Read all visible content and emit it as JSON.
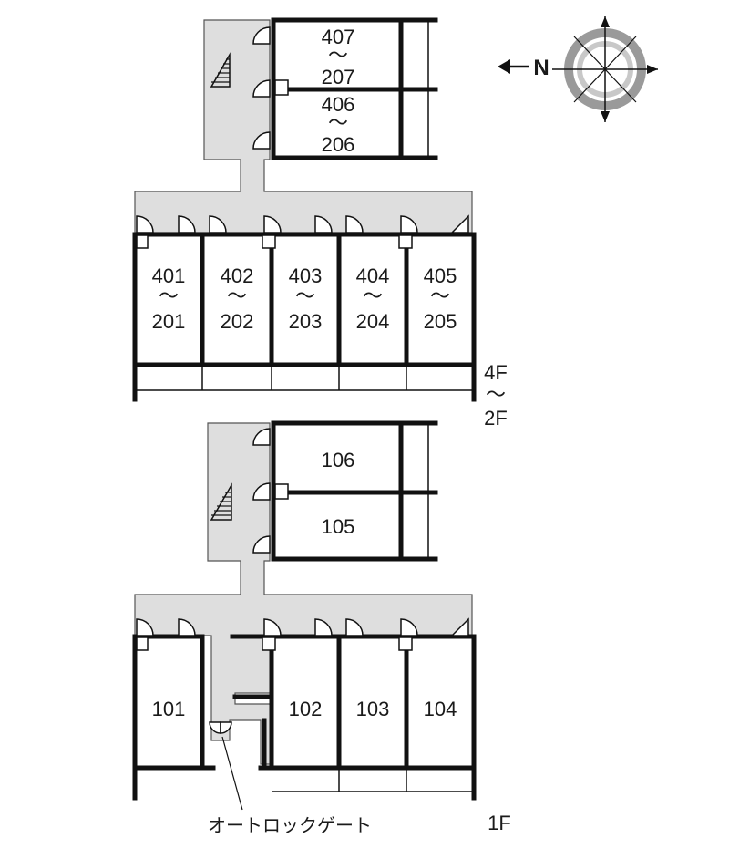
{
  "compass": {
    "label": "N"
  },
  "upper_floor": {
    "floor_label": [
      "4F",
      "〜",
      "2F"
    ],
    "side_units": [
      {
        "top": "407",
        "sep": "〜",
        "bottom": "207"
      },
      {
        "top": "406",
        "sep": "〜",
        "bottom": "206"
      }
    ],
    "units": [
      {
        "top": "401",
        "sep": "〜",
        "bottom": "201"
      },
      {
        "top": "402",
        "sep": "〜",
        "bottom": "202"
      },
      {
        "top": "403",
        "sep": "〜",
        "bottom": "203"
      },
      {
        "top": "404",
        "sep": "〜",
        "bottom": "204"
      },
      {
        "top": "405",
        "sep": "〜",
        "bottom": "205"
      }
    ]
  },
  "ground_floor": {
    "floor_label": "1F",
    "side_units": [
      "106",
      "105"
    ],
    "units": [
      "101",
      "102",
      "103",
      "104"
    ],
    "gate_label": "オートロックゲート"
  },
  "colors": {
    "corridor": "#dedede",
    "wall": "#111111"
  }
}
